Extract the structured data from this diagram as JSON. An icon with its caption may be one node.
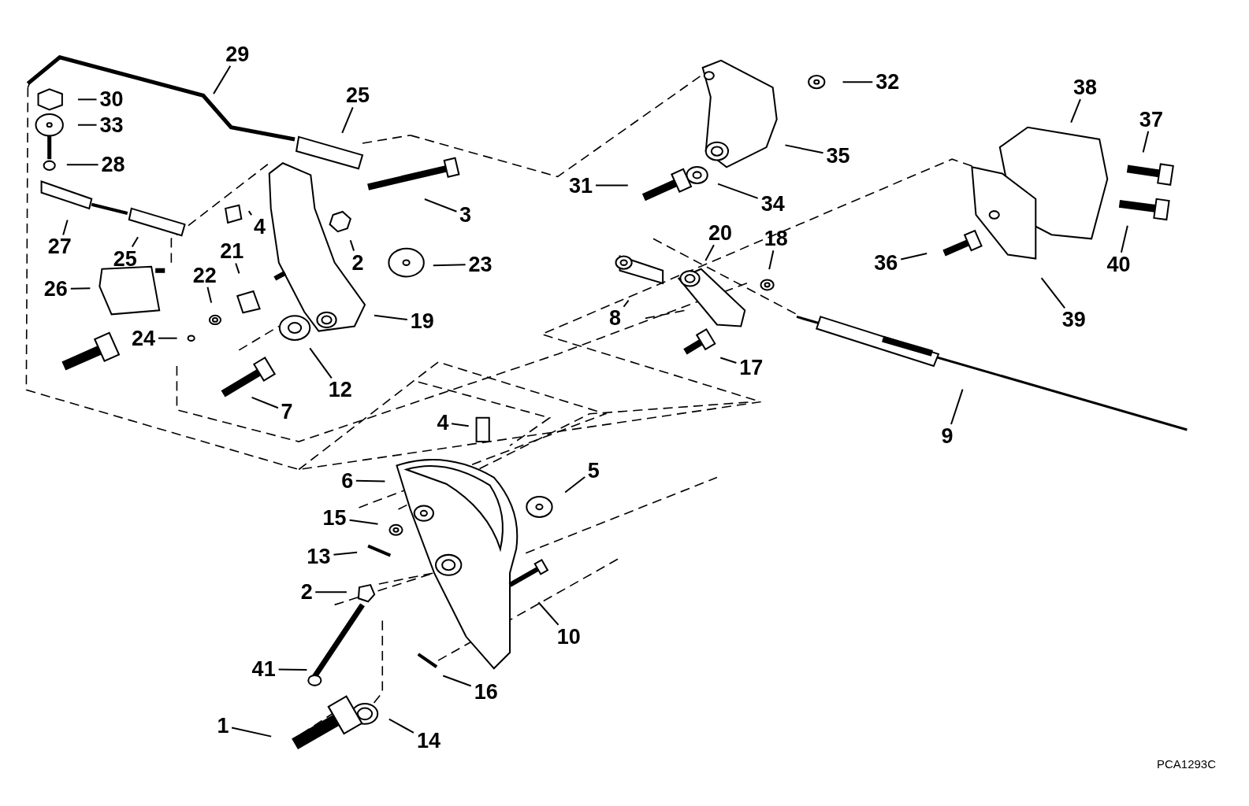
{
  "diagram": {
    "nodes": [
      {
        "text": [
          "29"
        ]
      },
      {
        "text": [
          "30"
        ]
      },
      {
        "text": [
          "33"
        ]
      },
      {
        "text": [
          "28"
        ]
      },
      {
        "text": [
          "25"
        ]
      },
      {
        "text": [
          "27"
        ]
      },
      {
        "text": [
          "25"
        ]
      },
      {
        "text": [
          "26"
        ]
      },
      {
        "text": [
          "4"
        ]
      },
      {
        "text": [
          "2"
        ]
      },
      {
        "text": [
          "3"
        ]
      },
      {
        "text": [
          "21"
        ]
      },
      {
        "text": [
          "22"
        ]
      },
      {
        "text": [
          "23"
        ]
      },
      {
        "text": [
          "19"
        ]
      },
      {
        "text": [
          "24"
        ]
      },
      {
        "text": [
          "12"
        ]
      },
      {
        "text": [
          "7"
        ]
      },
      {
        "text": [
          "32"
        ]
      },
      {
        "text": [
          "35"
        ]
      },
      {
        "text": [
          "31"
        ]
      },
      {
        "text": [
          "34"
        ]
      },
      {
        "text": [
          "38"
        ]
      },
      {
        "text": [
          "37"
        ]
      },
      {
        "text": [
          "40"
        ]
      },
      {
        "text": [
          "36"
        ]
      },
      {
        "text": [
          "39"
        ]
      },
      {
        "text": [
          "20"
        ]
      },
      {
        "text": [
          "18"
        ]
      },
      {
        "text": [
          "8"
        ]
      },
      {
        "text": [
          "17"
        ]
      },
      {
        "text": [
          "9"
        ]
      },
      {
        "text": [
          "4"
        ]
      },
      {
        "text": [
          "6"
        ]
      },
      {
        "text": [
          "5"
        ]
      },
      {
        "text": [
          "15"
        ]
      },
      {
        "text": [
          "13"
        ]
      },
      {
        "text": [
          "2"
        ]
      },
      {
        "text": [
          "10"
        ]
      },
      {
        "text": [
          "41"
        ]
      },
      {
        "text": [
          "16"
        ]
      },
      {
        "text": [
          "1"
        ]
      },
      {
        "text": [
          "14"
        ]
      }
    ],
    "edges": [
      {
        "from": 0,
        "to": null,
        "arrow": "none"
      },
      {
        "from": 1,
        "to": null,
        "arrow": "none"
      },
      {
        "from": 2,
        "to": null,
        "arrow": "none"
      },
      {
        "from": 3,
        "to": null,
        "arrow": "none"
      },
      {
        "from": 4,
        "to": null,
        "arrow": "none"
      },
      {
        "from": 5,
        "to": null,
        "arrow": "none"
      },
      {
        "from": 6,
        "to": null,
        "arrow": "none"
      },
      {
        "from": 7,
        "to": null,
        "arrow": "none"
      },
      {
        "from": 8,
        "to": null,
        "arrow": "none"
      },
      {
        "from": 9,
        "to": null,
        "arrow": "none"
      },
      {
        "from": 10,
        "to": null,
        "arrow": "none"
      },
      {
        "from": 11,
        "to": null,
        "arrow": "none"
      },
      {
        "from": 12,
        "to": null,
        "arrow": "none"
      },
      {
        "from": 13,
        "to": null,
        "arrow": "none"
      },
      {
        "from": 14,
        "to": null,
        "arrow": "none"
      },
      {
        "from": 15,
        "to": null,
        "arrow": "none"
      },
      {
        "from": 16,
        "to": null,
        "arrow": "none"
      },
      {
        "from": 17,
        "to": null,
        "arrow": "none"
      },
      {
        "from": 18,
        "to": null,
        "arrow": "none"
      },
      {
        "from": 19,
        "to": null,
        "arrow": "none"
      },
      {
        "from": 20,
        "to": null,
        "arrow": "none"
      },
      {
        "from": 21,
        "to": null,
        "arrow": "none"
      },
      {
        "from": 22,
        "to": null,
        "arrow": "none"
      },
      {
        "from": 23,
        "to": null,
        "arrow": "none"
      },
      {
        "from": 24,
        "to": null,
        "arrow": "none"
      },
      {
        "from": 25,
        "to": null,
        "arrow": "none"
      },
      {
        "from": 26,
        "to": null,
        "arrow": "none"
      },
      {
        "from": 27,
        "to": null,
        "arrow": "none"
      },
      {
        "from": 28,
        "to": null,
        "arrow": "none"
      },
      {
        "from": 29,
        "to": null,
        "arrow": "none"
      },
      {
        "from": 30,
        "to": null,
        "arrow": "none"
      },
      {
        "from": 31,
        "to": null,
        "arrow": "none"
      },
      {
        "from": 32,
        "to": null,
        "arrow": "none"
      },
      {
        "from": 33,
        "to": null,
        "arrow": "none"
      },
      {
        "from": 34,
        "to": null,
        "arrow": "none"
      },
      {
        "from": 35,
        "to": null,
        "arrow": "none"
      },
      {
        "from": 36,
        "to": null,
        "arrow": "none"
      },
      {
        "from": 37,
        "to": null,
        "arrow": "none"
      },
      {
        "from": 38,
        "to": null,
        "arrow": "none"
      },
      {
        "from": 39,
        "to": null,
        "arrow": "none"
      },
      {
        "from": 40,
        "to": null,
        "arrow": "none"
      },
      {
        "from": 41,
        "to": null,
        "arrow": "none"
      },
      {
        "from": 42,
        "to": null,
        "arrow": "none"
      }
    ],
    "labels": [
      "PCA1293C"
    ]
  }
}
